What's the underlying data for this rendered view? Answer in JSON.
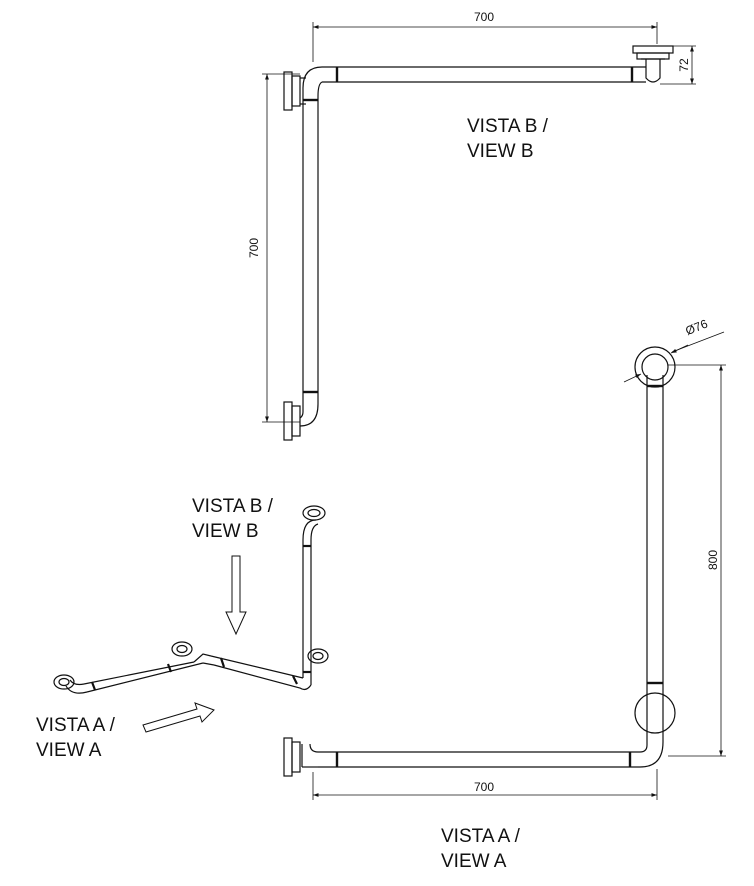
{
  "views": {
    "view_b": {
      "line1": "VISTA B /",
      "line2": "VIEW B"
    },
    "view_a": {
      "line1": "VISTA A /",
      "line2": "VIEW A"
    },
    "iso_b": {
      "line1": "VISTA B /",
      "line2": "VIEW B"
    },
    "iso_a": {
      "line1": "VISTA A /",
      "line2": "VIEW A"
    }
  },
  "dimensions": {
    "b_width": "700",
    "b_height": "700",
    "b_projection": "72",
    "a_width": "700",
    "a_height": "800",
    "a_diameter": "Ø76"
  }
}
